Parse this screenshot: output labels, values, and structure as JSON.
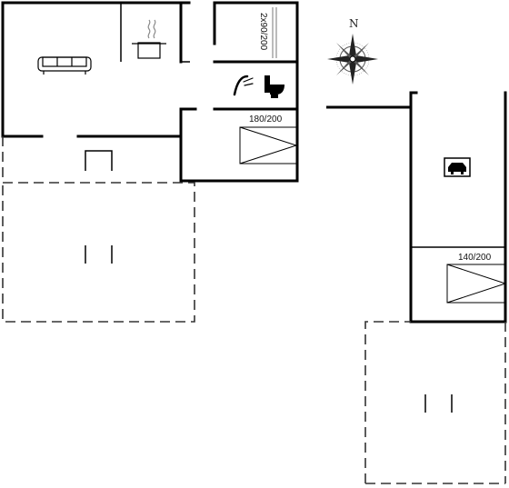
{
  "labels": {
    "bed_twin": "2x90/200",
    "bed_double_1": "180/200",
    "bed_double_2": "140/200",
    "compass_north": "N"
  },
  "icons": {
    "sofa": "sofa-icon",
    "cooking_pot": "cooking-pot-icon",
    "shower": "shower-icon",
    "toilet": "toilet-icon",
    "car": "car-icon",
    "compass": "compass-rose-icon"
  },
  "colors": {
    "wall": "#000000",
    "dashed": "#333333"
  }
}
